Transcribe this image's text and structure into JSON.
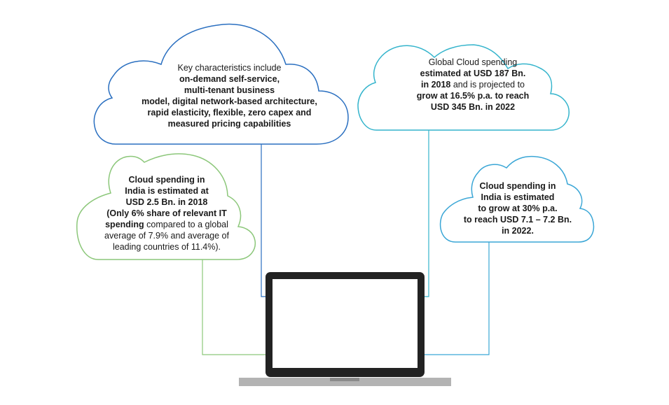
{
  "colors": {
    "blue": "#2a6fc0",
    "cyan": "#34b4cc",
    "green": "#8cc77a",
    "light_blue": "#3aa6d6",
    "laptop_frame": "#222222",
    "laptop_screen": "#ffffff",
    "laptop_base": "#b3b3b3"
  },
  "icons": {
    "laptop": "laptop-icon"
  },
  "clouds": {
    "key": {
      "segments": [
        [
          {
            "t": "Key characteristics include",
            "b": false
          }
        ],
        [
          {
            "t": "on-demand self-service,",
            "b": true
          }
        ],
        [
          {
            "t": "multi-tenant business",
            "b": true
          }
        ],
        [
          {
            "t": "model, digital network-based architecture,",
            "b": true
          }
        ],
        [
          {
            "t": "rapid elasticity, flexible, zero capex and",
            "b": true
          }
        ],
        [
          {
            "t": "measured pricing capabilities",
            "b": true
          }
        ]
      ]
    },
    "global": {
      "segments": [
        [
          {
            "t": "Global Cloud spending",
            "b": false
          }
        ],
        [
          {
            "t": "estimated at USD 187 Bn.",
            "b": true
          }
        ],
        [
          {
            "t": "in 2018",
            "b": true
          },
          {
            "t": " and is projected to",
            "b": false
          }
        ],
        [
          {
            "t": "grow at 16.5% p.a. to reach",
            "b": true
          }
        ],
        [
          {
            "t": "USD 345 Bn. in 2022",
            "b": true
          }
        ]
      ]
    },
    "india2018": {
      "segments": [
        [
          {
            "t": "Cloud spending in",
            "b": true
          }
        ],
        [
          {
            "t": "India is estimated at",
            "b": true
          }
        ],
        [
          {
            "t": "USD 2.5 Bn. in 2018",
            "b": true
          }
        ],
        [
          {
            "t": "(Only 6% share of relevant IT",
            "b": true
          }
        ],
        [
          {
            "t": "spending",
            "b": true
          },
          {
            "t": " compared to a global",
            "b": false
          }
        ],
        [
          {
            "t": "average of 7.9% and average of",
            "b": false
          }
        ],
        [
          {
            "t": "leading countries of 11.4%).",
            "b": false
          }
        ]
      ]
    },
    "india2022": {
      "segments": [
        [
          {
            "t": "Cloud spending in",
            "b": true
          }
        ],
        [
          {
            "t": "India is estimated",
            "b": true
          }
        ],
        [
          {
            "t": "to grow at 30% p.a.",
            "b": true
          }
        ],
        [
          {
            "t": "to reach USD 7.1 – 7.2 Bn.",
            "b": true
          }
        ],
        [
          {
            "t": "in 2022.",
            "b": true
          }
        ]
      ]
    }
  }
}
